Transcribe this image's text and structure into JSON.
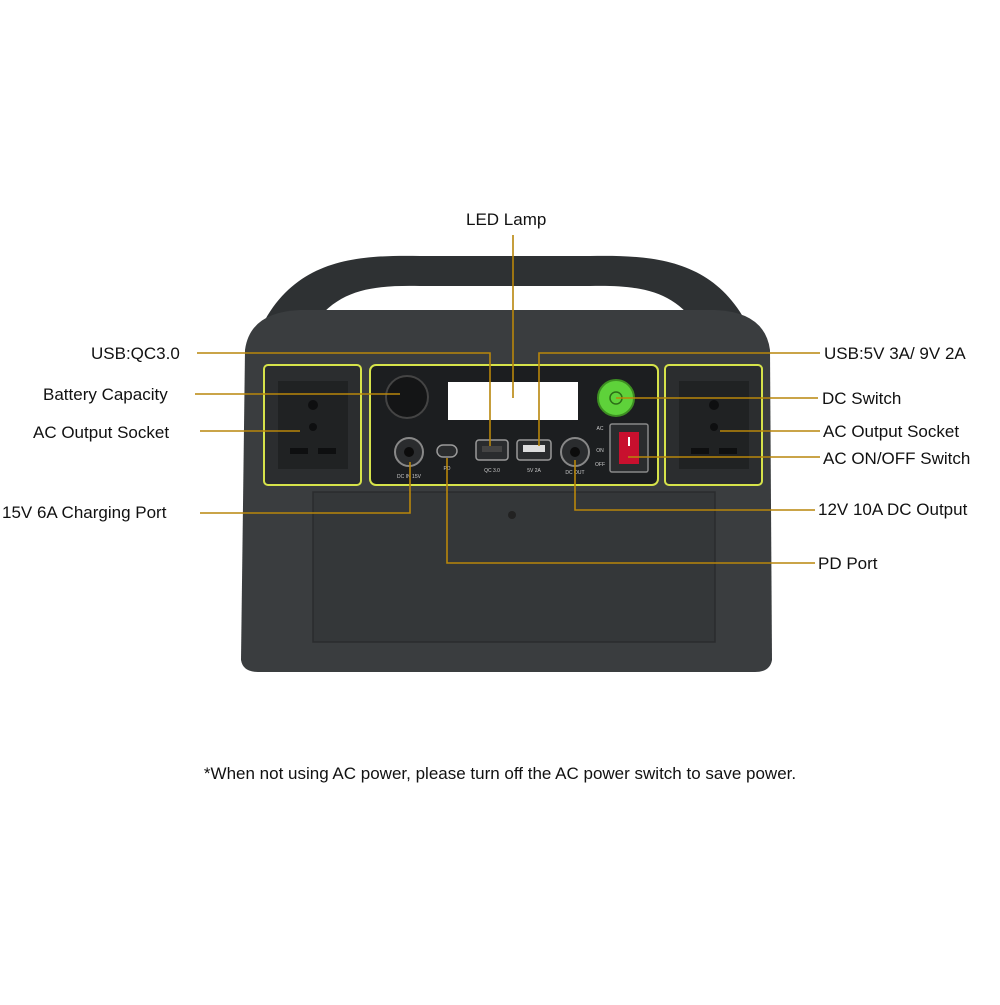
{
  "labels": {
    "led_lamp": "LED Lamp",
    "usb_qc": "USB:QC3.0",
    "battery_capacity": "Battery Capacity",
    "ac_output_left": "AC Output Socket",
    "charging_port": "15V 6A Charging Port",
    "usb_5v": "USB:5V 3A/ 9V 2A",
    "dc_switch": "DC Switch",
    "ac_output_right": "AC Output Socket",
    "ac_switch": "AC ON/OFF Switch",
    "dc_output": "12V 10A DC Output",
    "pd_port": "PD Port"
  },
  "note": "*When not using AC power, please turn off the AC power switch to save power.",
  "panel_text": {
    "dc_in": "DC IN 15V",
    "pd": "PD",
    "qc": "QC 3.0",
    "usb5v": "5V 2A",
    "dc_out": "DC OUT",
    "ac": "AC",
    "on": "ON",
    "off": "OFF"
  },
  "colors": {
    "leader": "#b8860b",
    "outline": "#d6e34a",
    "body": "#3a3d3f",
    "dc_button": "#5ed23a"
  }
}
